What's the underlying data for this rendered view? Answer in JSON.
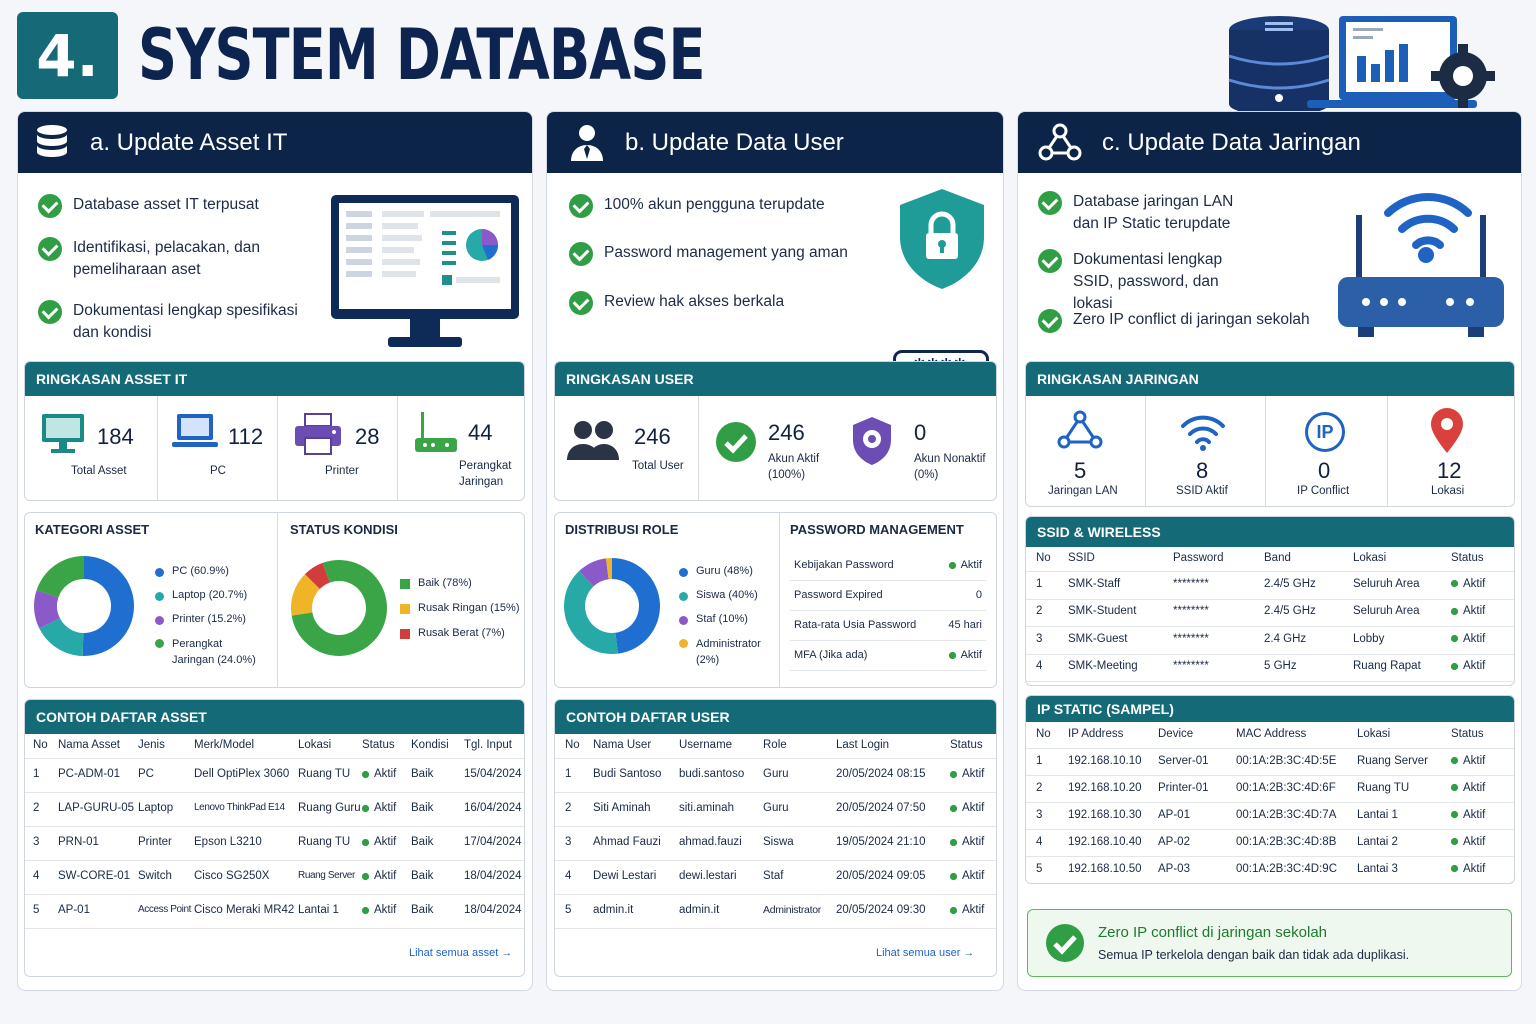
{
  "header": {
    "number": "4.",
    "title": "SYSTEM DATABASE"
  },
  "asset": {
    "title": "a. Update Asset IT",
    "bullets": [
      "Database asset IT terpusat",
      "Identifikasi, pelacakan, dan pemeliharaan aset",
      "Dokumentasi lengkap spesifikasi dan kondisi"
    ],
    "summary_title": "RINGKASAN ASSET IT",
    "stats": [
      {
        "n": "184",
        "l": "Total Asset"
      },
      {
        "n": "112",
        "l": "PC"
      },
      {
        "n": "28",
        "l": "Printer"
      },
      {
        "n": "44",
        "l": "Perangkat Jaringan"
      }
    ],
    "kategori_title": "KATEGORI ASSET",
    "status_title": "STATUS KONDISI",
    "list_title": "CONTOH DAFTAR ASSET",
    "cols": [
      "No",
      "Nama Asset",
      "Jenis",
      "Merk/Model",
      "Lokasi",
      "Status",
      "Kondisi",
      "Tgl. Input"
    ],
    "rows": [
      [
        "1",
        "PC-ADM-01",
        "PC",
        "Dell OptiPlex 3060",
        "Ruang TU",
        "Aktif",
        "Baik",
        "15/04/2024"
      ],
      [
        "2",
        "LAP-GURU-05",
        "Laptop",
        "Lenovo ThinkPad E14",
        "Ruang Guru",
        "Aktif",
        "Baik",
        "16/04/2024"
      ],
      [
        "3",
        "PRN-01",
        "Printer",
        "Epson L3210",
        "Ruang TU",
        "Aktif",
        "Baik",
        "17/04/2024"
      ],
      [
        "4",
        "SW-CORE-01",
        "Switch",
        "Cisco SG250X",
        "Ruang Server",
        "Aktif",
        "Baik",
        "18/04/2024"
      ],
      [
        "5",
        "AP-01",
        "Access Point",
        "Cisco Meraki MR42",
        "Lantai 1",
        "Aktif",
        "Baik",
        "18/04/2024"
      ]
    ],
    "more": "Lihat semua asset →"
  },
  "user": {
    "title": "b. Update Data User",
    "bullets": [
      "100% akun pengguna terupdate",
      "Password management yang aman",
      "Review hak akses berkala"
    ],
    "password_mask": "****",
    "summary_title": "RINGKASAN USER",
    "stats": [
      {
        "n": "246",
        "l": "Total User"
      },
      {
        "n": "246",
        "l": "Akun Aktif (100%)"
      },
      {
        "n": "0",
        "l": "Akun Nonaktif (0%)"
      }
    ],
    "role_title": "DISTRIBUSI ROLE",
    "pm_title": "PASSWORD MANAGEMENT",
    "pm_rows": [
      {
        "k": "Kebijakan Password",
        "v": "Aktif",
        "dot": true
      },
      {
        "k": "Password Expired",
        "v": "0",
        "dot": false
      },
      {
        "k": "Rata-rata Usia Password",
        "v": "45 hari",
        "dot": false
      },
      {
        "k": "MFA (Jika ada)",
        "v": "Aktif",
        "dot": true
      }
    ],
    "list_title": "CONTOH DAFTAR USER",
    "cols": [
      "No",
      "Nama User",
      "Username",
      "Role",
      "Last Login",
      "Status"
    ],
    "rows": [
      [
        "1",
        "Budi Santoso",
        "budi.santoso",
        "Guru",
        "20/05/2024 08:15",
        "Aktif"
      ],
      [
        "2",
        "Siti Aminah",
        "siti.aminah",
        "Guru",
        "20/05/2024 07:50",
        "Aktif"
      ],
      [
        "3",
        "Ahmad Fauzi",
        "ahmad.fauzi",
        "Siswa",
        "19/05/2024 21:10",
        "Aktif"
      ],
      [
        "4",
        "Dewi Lestari",
        "dewi.lestari",
        "Staf",
        "20/05/2024 09:05",
        "Aktif"
      ],
      [
        "5",
        "admin.it",
        "admin.it",
        "Administrator",
        "20/05/2024 09:30",
        "Aktif"
      ]
    ],
    "more": "Lihat semua user →"
  },
  "net": {
    "title": "c. Update Data Jaringan",
    "bullets": [
      "Database jaringan LAN dan IP Static terupdate",
      "Dokumentasi lengkap SSID, password, dan lokasi",
      "Zero IP conflict di jaringan sekolah"
    ],
    "summary_title": "RINGKASAN JARINGAN",
    "stats": [
      {
        "n": "5",
        "l": "Jaringan LAN"
      },
      {
        "n": "8",
        "l": "SSID Aktif"
      },
      {
        "n": "0",
        "l": "IP Conflict"
      },
      {
        "n": "12",
        "l": "Lokasi"
      }
    ],
    "ip_icon_text": "IP",
    "ssid_title": "SSID & WIRELESS",
    "ssid_cols": [
      "No",
      "SSID",
      "Password",
      "Band",
      "Lokasi",
      "Status"
    ],
    "ssid_rows": [
      [
        "1",
        "SMK-Staff",
        "********",
        "2.4/5 GHz",
        "Seluruh Area",
        "Aktif"
      ],
      [
        "2",
        "SMK-Student",
        "********",
        "2.4/5 GHz",
        "Seluruh Area",
        "Aktif"
      ],
      [
        "3",
        "SMK-Guest",
        "********",
        "2.4 GHz",
        "Lobby",
        "Aktif"
      ],
      [
        "4",
        "SMK-Meeting",
        "********",
        "5 GHz",
        "Ruang Rapat",
        "Aktif"
      ]
    ],
    "ip_title": "IP STATIC (SAMPEL)",
    "ip_cols": [
      "No",
      "IP Address",
      "Device",
      "MAC Address",
      "Lokasi",
      "Status"
    ],
    "ip_rows": [
      [
        "1",
        "192.168.10.10",
        "Server-01",
        "00:1A:2B:3C:4D:5E",
        "Ruang Server",
        "Aktif"
      ],
      [
        "2",
        "192.168.10.20",
        "Printer-01",
        "00:1A:2B:3C:4D:6F",
        "Ruang TU",
        "Aktif"
      ],
      [
        "3",
        "192.168.10.30",
        "AP-01",
        "00:1A:2B:3C:4D:7A",
        "Lantai 1",
        "Aktif"
      ],
      [
        "4",
        "192.168.10.40",
        "AP-02",
        "00:1A:2B:3C:4D:8B",
        "Lantai 2",
        "Aktif"
      ],
      [
        "5",
        "192.168.10.50",
        "AP-03",
        "00:1A:2B:3C:4D:9C",
        "Lantai 3",
        "Aktif"
      ]
    ],
    "zero_title": "Zero IP conflict di jaringan sekolah",
    "zero_text": "Semua IP terkelola dengan baik dan tidak ada duplikasi."
  },
  "chart_data": [
    {
      "type": "pie",
      "title": "KATEGORI ASSET",
      "categories": [
        "PC (60.9%)",
        "Laptop (20.7%)",
        "Printer (15.2%)",
        "Perangkat Jaringan (24.0%)"
      ],
      "values": [
        60.9,
        20.7,
        15.2,
        24.0
      ],
      "colors": [
        "#1f6fd1",
        "#26a9a7",
        "#8c5ac8",
        "#3aa547"
      ]
    },
    {
      "type": "pie",
      "title": "STATUS KONDISI",
      "categories": [
        "Baik (78%)",
        "Rusak Ringan (15%)",
        "Rusak Berat (7%)"
      ],
      "values": [
        78,
        15,
        7
      ],
      "colors": [
        "#3aa547",
        "#f0b428",
        "#d23c3c"
      ]
    },
    {
      "type": "pie",
      "title": "DISTRIBUSI ROLE",
      "categories": [
        "Guru (48%)",
        "Siswa (40%)",
        "Staf (10%)",
        "Administrator (2%)"
      ],
      "values": [
        48,
        40,
        10,
        2
      ],
      "colors": [
        "#1f6fd1",
        "#26a9a7",
        "#8c5ac8",
        "#f0b428"
      ]
    }
  ]
}
